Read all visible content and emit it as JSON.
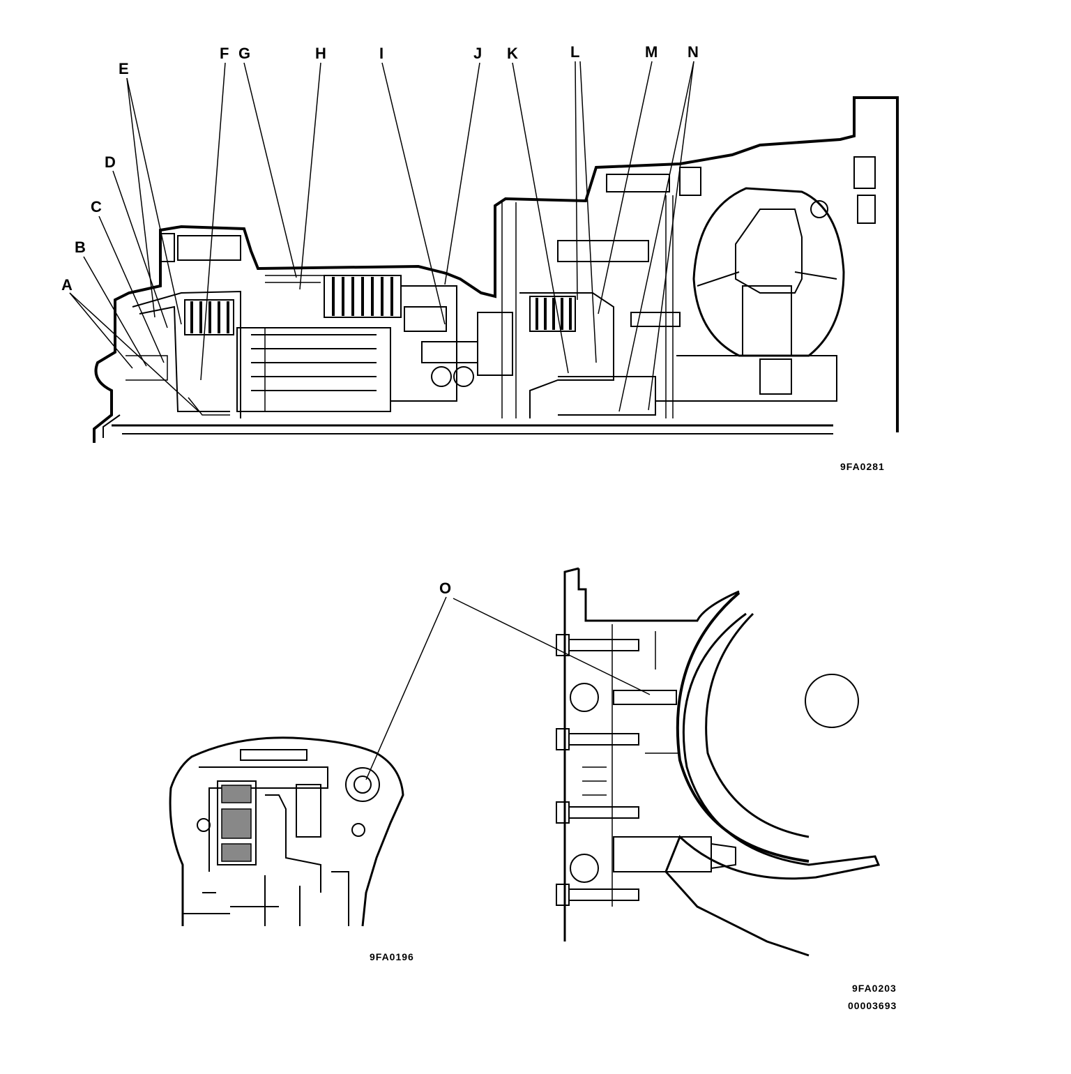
{
  "labels": {
    "a": "A",
    "b": "B",
    "c": "C",
    "d": "D",
    "e": "E",
    "f": "F",
    "g": "G",
    "h": "H",
    "i": "I",
    "j": "J",
    "k": "K",
    "l": "L",
    "m": "M",
    "n": "N",
    "o": "O"
  },
  "codes": {
    "top_figure": "9FA0281",
    "bottom_left_figure": "9FA0196",
    "bottom_right_figure": "9FA0203",
    "document_number": "00003693"
  }
}
